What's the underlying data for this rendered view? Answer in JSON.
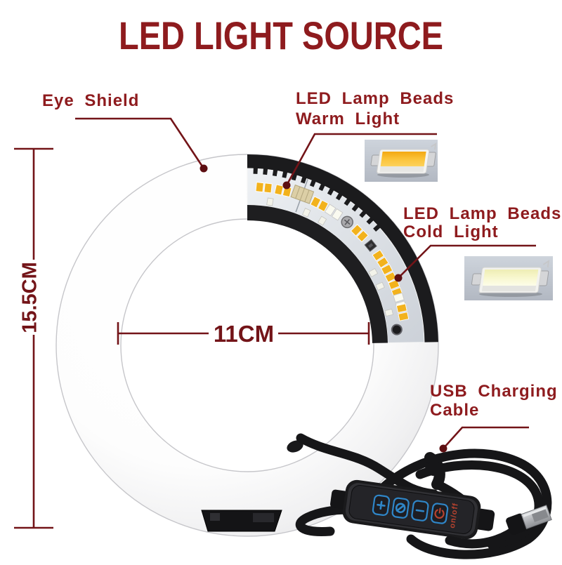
{
  "title": "LED LIGHT SOURCE",
  "annotations": {
    "eye_shield": "Eye Shield",
    "warm_line1": "LED Lamp Beads",
    "warm_line2": "Warm Light",
    "cold_line1": "LED Lamp Beads",
    "cold_line2": "Cold Light",
    "usb_line1": "USB Charging",
    "usb_line2": "Cable"
  },
  "dimensions": {
    "outer_height": "15.5CM",
    "inner_diameter": "11CM"
  },
  "controller": {
    "buttons": [
      "brightness-up",
      "color-mode",
      "brightness-down",
      "power"
    ],
    "onoff_label": "on/off"
  },
  "colors": {
    "accent_red": "#8e1b1e",
    "dimension_red": "#731418",
    "leader_dot_red": "#5d0f12",
    "button_blue": "#2f86c8",
    "power_red": "#b8432f",
    "warm_led_yellow": "#f2b21d"
  },
  "graphics": {
    "leds": [
      {
        "a": -84,
        "t": "warm"
      },
      {
        "a": -77,
        "t": "warm"
      },
      {
        "a": -70,
        "t": "connector"
      },
      {
        "a": -63,
        "t": "warm"
      },
      {
        "a": -57,
        "t": "white"
      },
      {
        "a": -51,
        "t": "screw"
      },
      {
        "a": -45,
        "t": "warm"
      },
      {
        "a": -39,
        "t": "ic"
      },
      {
        "a": -33,
        "t": "warm"
      },
      {
        "a": -27,
        "t": "warm"
      },
      {
        "a": -21,
        "t": "warm"
      },
      {
        "a": -16,
        "t": "white"
      },
      {
        "a": -12,
        "t": "warm"
      },
      {
        "a": -6,
        "t": "hole"
      },
      {
        "a": -81,
        "t": "small"
      },
      {
        "a": -66,
        "t": "small"
      },
      {
        "a": -59,
        "t": "small"
      },
      {
        "a": -30,
        "t": "small"
      },
      {
        "a": -24,
        "t": "small"
      },
      {
        "a": -13,
        "t": "small"
      }
    ]
  }
}
